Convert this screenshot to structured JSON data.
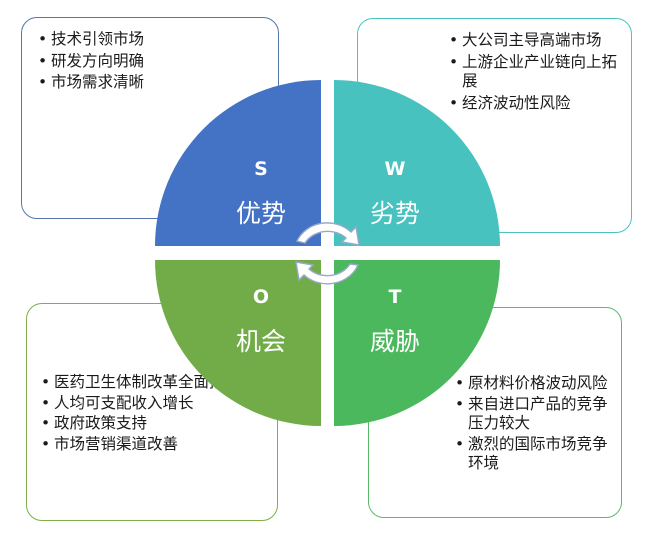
{
  "colors": {
    "strengths": "#4472c4",
    "weaknesses": "#47c2bf",
    "opportunities": "#72ac49",
    "threats": "#4cb85e",
    "arrow": "#ffffff"
  },
  "quadrants": {
    "s": {
      "letter": "S",
      "name": "优势"
    },
    "w": {
      "letter": "W",
      "name": "劣势"
    },
    "o": {
      "letter": "O",
      "name": "机会"
    },
    "t": {
      "letter": "T",
      "name": "威胁"
    }
  },
  "boxes": {
    "s": {
      "bullet": "•",
      "items": [
        "技术引领市场",
        "研发方向明确",
        "市场需求清晰"
      ]
    },
    "w": {
      "bullet": "•",
      "items": [
        "大公司主导高端市场",
        "上游企业产业链向上拓展",
        "经济波动性风险"
      ]
    },
    "o": {
      "bullet": "•",
      "items": [
        "医药卫生体制改革全面推进",
        "人均可支配收入增长",
        "政府政策支持",
        "市场营销渠道改善"
      ]
    },
    "t": {
      "bullet": "•",
      "items": [
        "原材料价格波动风险",
        "来自进口产品的竞争压力较大",
        "激烈的国际市场竞争环境"
      ]
    }
  }
}
